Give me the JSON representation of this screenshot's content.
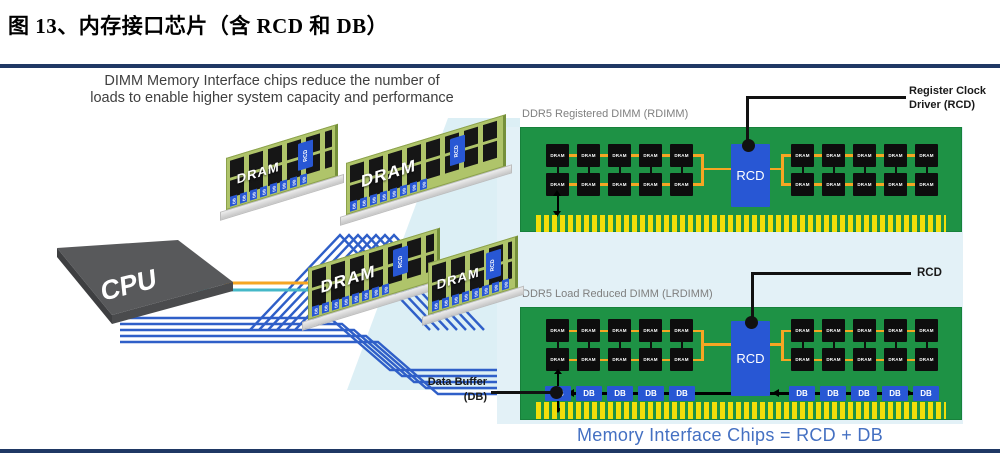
{
  "figure_header": {
    "title": "图 13、内存接口芯片（含 RCD 和 DB）"
  },
  "tagline": {
    "line1": "DIMM Memory Interface chips reduce the number of",
    "line2": "loads to enable higher system capacity and performance"
  },
  "cpu_dimm_illustration": {
    "cpu_label": "CPU",
    "dimm_labels": {
      "dram": "DRAM",
      "rcd": "RCD",
      "db": "DB"
    },
    "db_chip_count": 8
  },
  "rdimm_diagram": {
    "label": "DDR5 Registered DIMM (RDIMM)",
    "dram_label": "DRAM",
    "rcd_label": "RCD",
    "dram_columns_per_side": 5,
    "dram_rows": 2,
    "callout": {
      "line1": "Register Clock",
      "line2": "Driver (RCD)"
    }
  },
  "lrdimm_diagram": {
    "label": "DDR5 Load Reduced DIMM (LRDIMM)",
    "dram_label": "DRAM",
    "rcd_label": "RCD",
    "db_label": "DB",
    "dram_columns_per_side": 5,
    "db_per_side": 5,
    "rcd_callout": "RCD",
    "db_callout": {
      "line1": "Data Buffer",
      "line2": "(DB)"
    }
  },
  "footer": {
    "text": "Memory Interface Chips = RCD + DB"
  },
  "colors": {
    "pcb_green": "#1E9245",
    "chip_blue": "#2857D4",
    "pin_yellow": "#F2DE0A",
    "wire_orange": "#F5A623",
    "panel_blue": "#E3F1F7",
    "rule_navy": "#1F3864",
    "footer_blue": "#4470C2",
    "trace_blue": "#2F5FC8",
    "cpu_gray": "#58595B"
  }
}
